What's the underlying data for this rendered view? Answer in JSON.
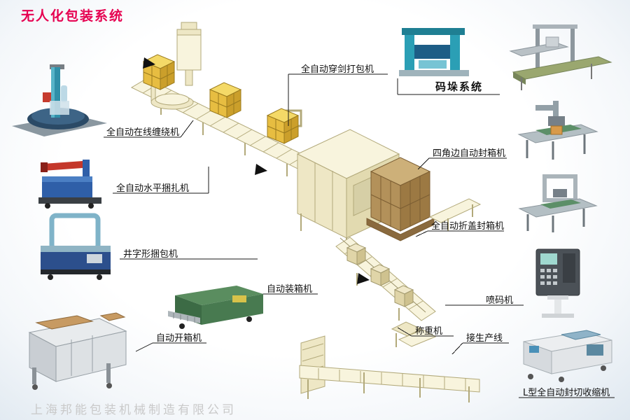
{
  "title": "无人化包装系统",
  "watermark": "上海邦能包装机械制造有限公司",
  "colors": {
    "title": "#e60050",
    "label": "#111111",
    "watermark": "#c9c9c9",
    "line_art": "#b2a97a",
    "carton_boxes": "#e7bd41",
    "pallet_load": "#b3915a"
  },
  "labels": {
    "lance_strapper": "全自动穿剑打包机",
    "palletizing_system": "码垛系统",
    "online_wrapper": "全自动在线缠绕机",
    "corner_sealer": "四角边自动封箱机",
    "horizontal_strapper": "全自动水平捆扎机",
    "flap_fold_sealer": "全自动折盖封箱机",
    "well_strapper": "井字形捆包机",
    "case_packer": "自动装箱机",
    "inkjet_coder": "喷码机",
    "weigher": "称重机",
    "production_line": "接生产线",
    "case_erector": "自动开箱机",
    "l_shrink_wrapper": "L型全自动封切收缩机"
  }
}
